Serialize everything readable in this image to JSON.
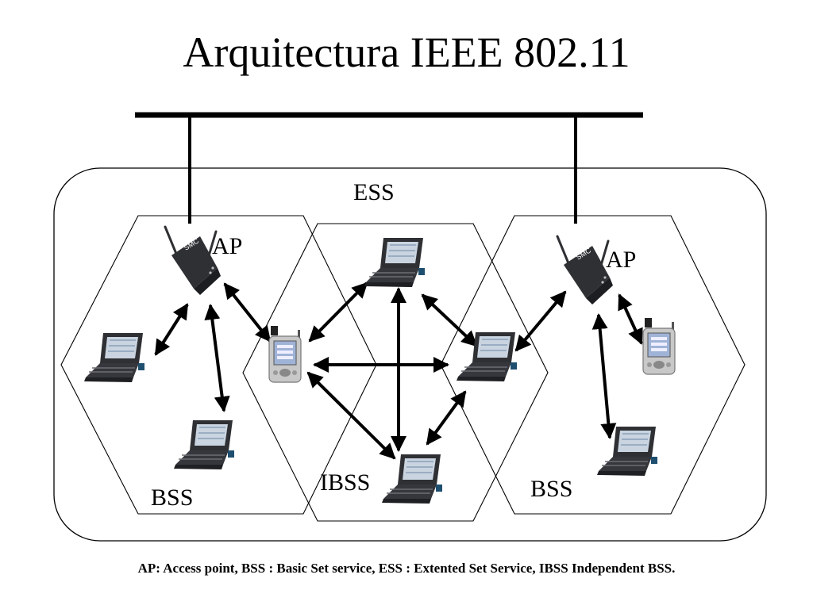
{
  "title": "Arquitectura IEEE 802.11",
  "labels": {
    "ess": "ESS",
    "ap_left": "AP",
    "ap_right": "AP",
    "bss_left": "BSS",
    "bss_right": "BSS",
    "ibss": "IBSS",
    "ap_left_logo": "SMC",
    "ap_right_logo": "SMC"
  },
  "caption": "AP: Access point, BSS : Basic Set service, ESS : Extented Set Service, IBSS Independent BSS.",
  "colors": {
    "line": "#000000",
    "device_dark": "#2f3034",
    "screen": "#c9d4e0",
    "pda_body": "#c8c8c8"
  },
  "nodes": [
    {
      "id": "ap-left",
      "kind": "access-point",
      "name": "ap-left"
    },
    {
      "id": "ap-right",
      "kind": "access-point",
      "name": "ap-right"
    },
    {
      "id": "laptop-bss-left-1",
      "kind": "laptop"
    },
    {
      "id": "laptop-bss-left-2",
      "kind": "laptop"
    },
    {
      "id": "pda-center",
      "kind": "pda"
    },
    {
      "id": "laptop-ibss-top",
      "kind": "laptop"
    },
    {
      "id": "laptop-ibss-right",
      "kind": "laptop"
    },
    {
      "id": "laptop-ibss-bottom",
      "kind": "laptop"
    },
    {
      "id": "pda-right",
      "kind": "pda"
    },
    {
      "id": "laptop-bss-right",
      "kind": "laptop"
    }
  ],
  "links": [
    [
      "ap-left",
      "laptop-bss-left-1"
    ],
    [
      "ap-left",
      "laptop-bss-left-2"
    ],
    [
      "ap-left",
      "pda-center"
    ],
    [
      "pda-center",
      "laptop-ibss-top"
    ],
    [
      "pda-center",
      "laptop-ibss-right"
    ],
    [
      "pda-center",
      "laptop-ibss-bottom"
    ],
    [
      "laptop-ibss-top",
      "laptop-ibss-right"
    ],
    [
      "laptop-ibss-top",
      "laptop-ibss-bottom"
    ],
    [
      "laptop-ibss-right",
      "laptop-ibss-bottom"
    ],
    [
      "ap-right",
      "laptop-ibss-right"
    ],
    [
      "ap-right",
      "pda-right"
    ],
    [
      "ap-right",
      "laptop-bss-right"
    ]
  ]
}
